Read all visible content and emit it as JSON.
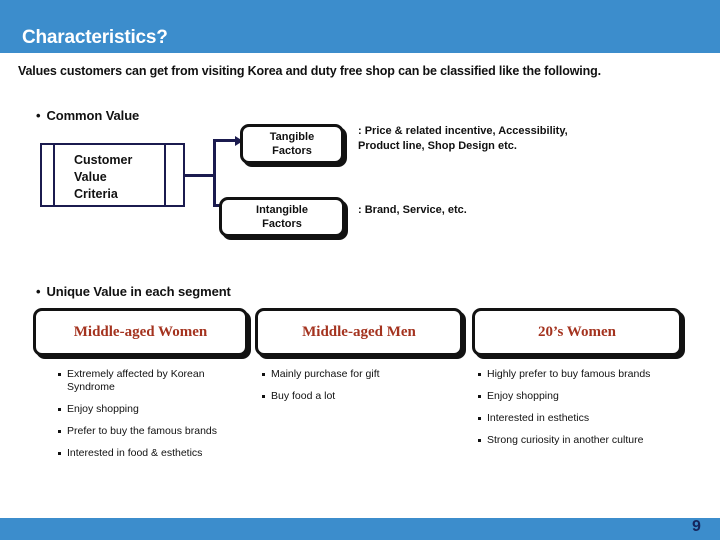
{
  "slide": {
    "header": {
      "title": "Characteristics?",
      "band_color": "#3c8dcc"
    },
    "subtitle": "Values customers can get from visiting Korea and duty free shop can be classified like the following.",
    "sections": {
      "common": {
        "bullet": "•",
        "heading": "Common Value",
        "criteria_box": {
          "line1": "Customer",
          "line2": "Value",
          "line3": "Criteria"
        },
        "factors": [
          {
            "label_line1": "Tangible",
            "label_line2": "Factors",
            "description": ": Price & related incentive, Accessibility, Product line, Shop Design etc."
          },
          {
            "label_line1": "Intangible",
            "label_line2": "Factors",
            "description": ": Brand, Service, etc."
          }
        ]
      },
      "unique": {
        "bullet": "•",
        "heading": "Unique Value in each segment",
        "label_color": "#a4331f",
        "segments": [
          {
            "title": "Middle-aged Women",
            "items": [
              "Extremely affected by Korean Syndrome",
              "Enjoy shopping",
              "Prefer to buy the famous brands",
              "Interested in food & esthetics"
            ]
          },
          {
            "title": "Middle-aged Men",
            "items": [
              "Mainly purchase for gift",
              "Buy food a lot"
            ]
          },
          {
            "title": "20’s Women",
            "items": [
              "Highly prefer to buy famous brands",
              "Enjoy shopping",
              "Interested in esthetics",
              "Strong curiosity in another culture"
            ]
          }
        ]
      }
    },
    "footer": {
      "page_number": "9",
      "band_color": "#3c8dcc"
    }
  }
}
